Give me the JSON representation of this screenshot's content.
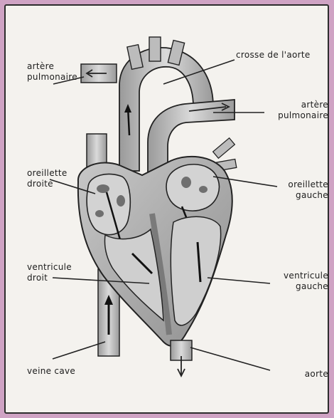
{
  "labels": {
    "arteria_pulmonar_izq": [
      "artère",
      "pulmonaire"
    ],
    "crosse_aorte": "crosse de l'aorte",
    "arteria_pulmonar_der": [
      "artère",
      "pulmonaire"
    ],
    "oreillette_droite": [
      "oreillette",
      "droite"
    ],
    "oreillette_gauche": [
      "oreillette",
      "gauche"
    ],
    "ventricule_droit": [
      "ventricule",
      "droit"
    ],
    "ventricule_gauche": [
      "ventricule",
      "gauche"
    ],
    "veine_cave": "veine cave",
    "aorte": "aorte"
  },
  "colors": {
    "background": "#cfa3c4",
    "panel": "#f4f2ee",
    "tissue": "#bdbdbd",
    "tissue_dark": "#8a8a8a",
    "outline": "#222222"
  }
}
